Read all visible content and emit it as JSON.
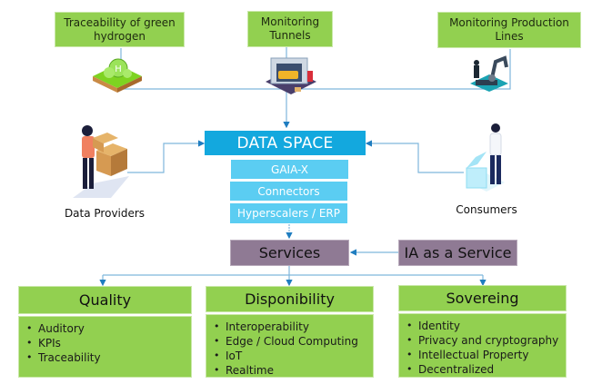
{
  "top_sources": [
    {
      "label": "Traceability of green hydrogen",
      "icon": "green-hydrogen-icon"
    },
    {
      "label": "Monitoring Tunnels",
      "icon": "car-wash-tunnel-icon"
    },
    {
      "label": "Monitoring Production Lines",
      "icon": "production-line-robot-icon"
    }
  ],
  "data_space": {
    "title": "DATA SPACE",
    "layers": [
      "GAIA-X",
      "Connectors",
      "Hyperscalers / ERP"
    ]
  },
  "actors": {
    "providers": {
      "label": "Data Providers",
      "icon": "person-with-boxes-icon"
    },
    "consumers": {
      "label": "Consumers",
      "icon": "person-opening-box-icon"
    }
  },
  "services": {
    "title": "Services",
    "ia_service": "IA as a Service"
  },
  "categories": [
    {
      "title": "Quality",
      "items": [
        "Auditory",
        "KPIs",
        "Traceability"
      ]
    },
    {
      "title": "Disponibility",
      "items": [
        "Interoperability",
        "Edge / Cloud Computing",
        "IoT",
        "Realtime"
      ]
    },
    {
      "title": "Sovereing",
      "items": [
        "Identity",
        "Privacy and cryptography",
        "Intellectual Property",
        "Decentralized"
      ]
    }
  ],
  "colors": {
    "green": "#92d050",
    "data_space_blue": "#13a8de",
    "layer_blue": "#5bcdf2",
    "service_purple": "#8f7a94",
    "connector_line": "#5ea6d4"
  }
}
